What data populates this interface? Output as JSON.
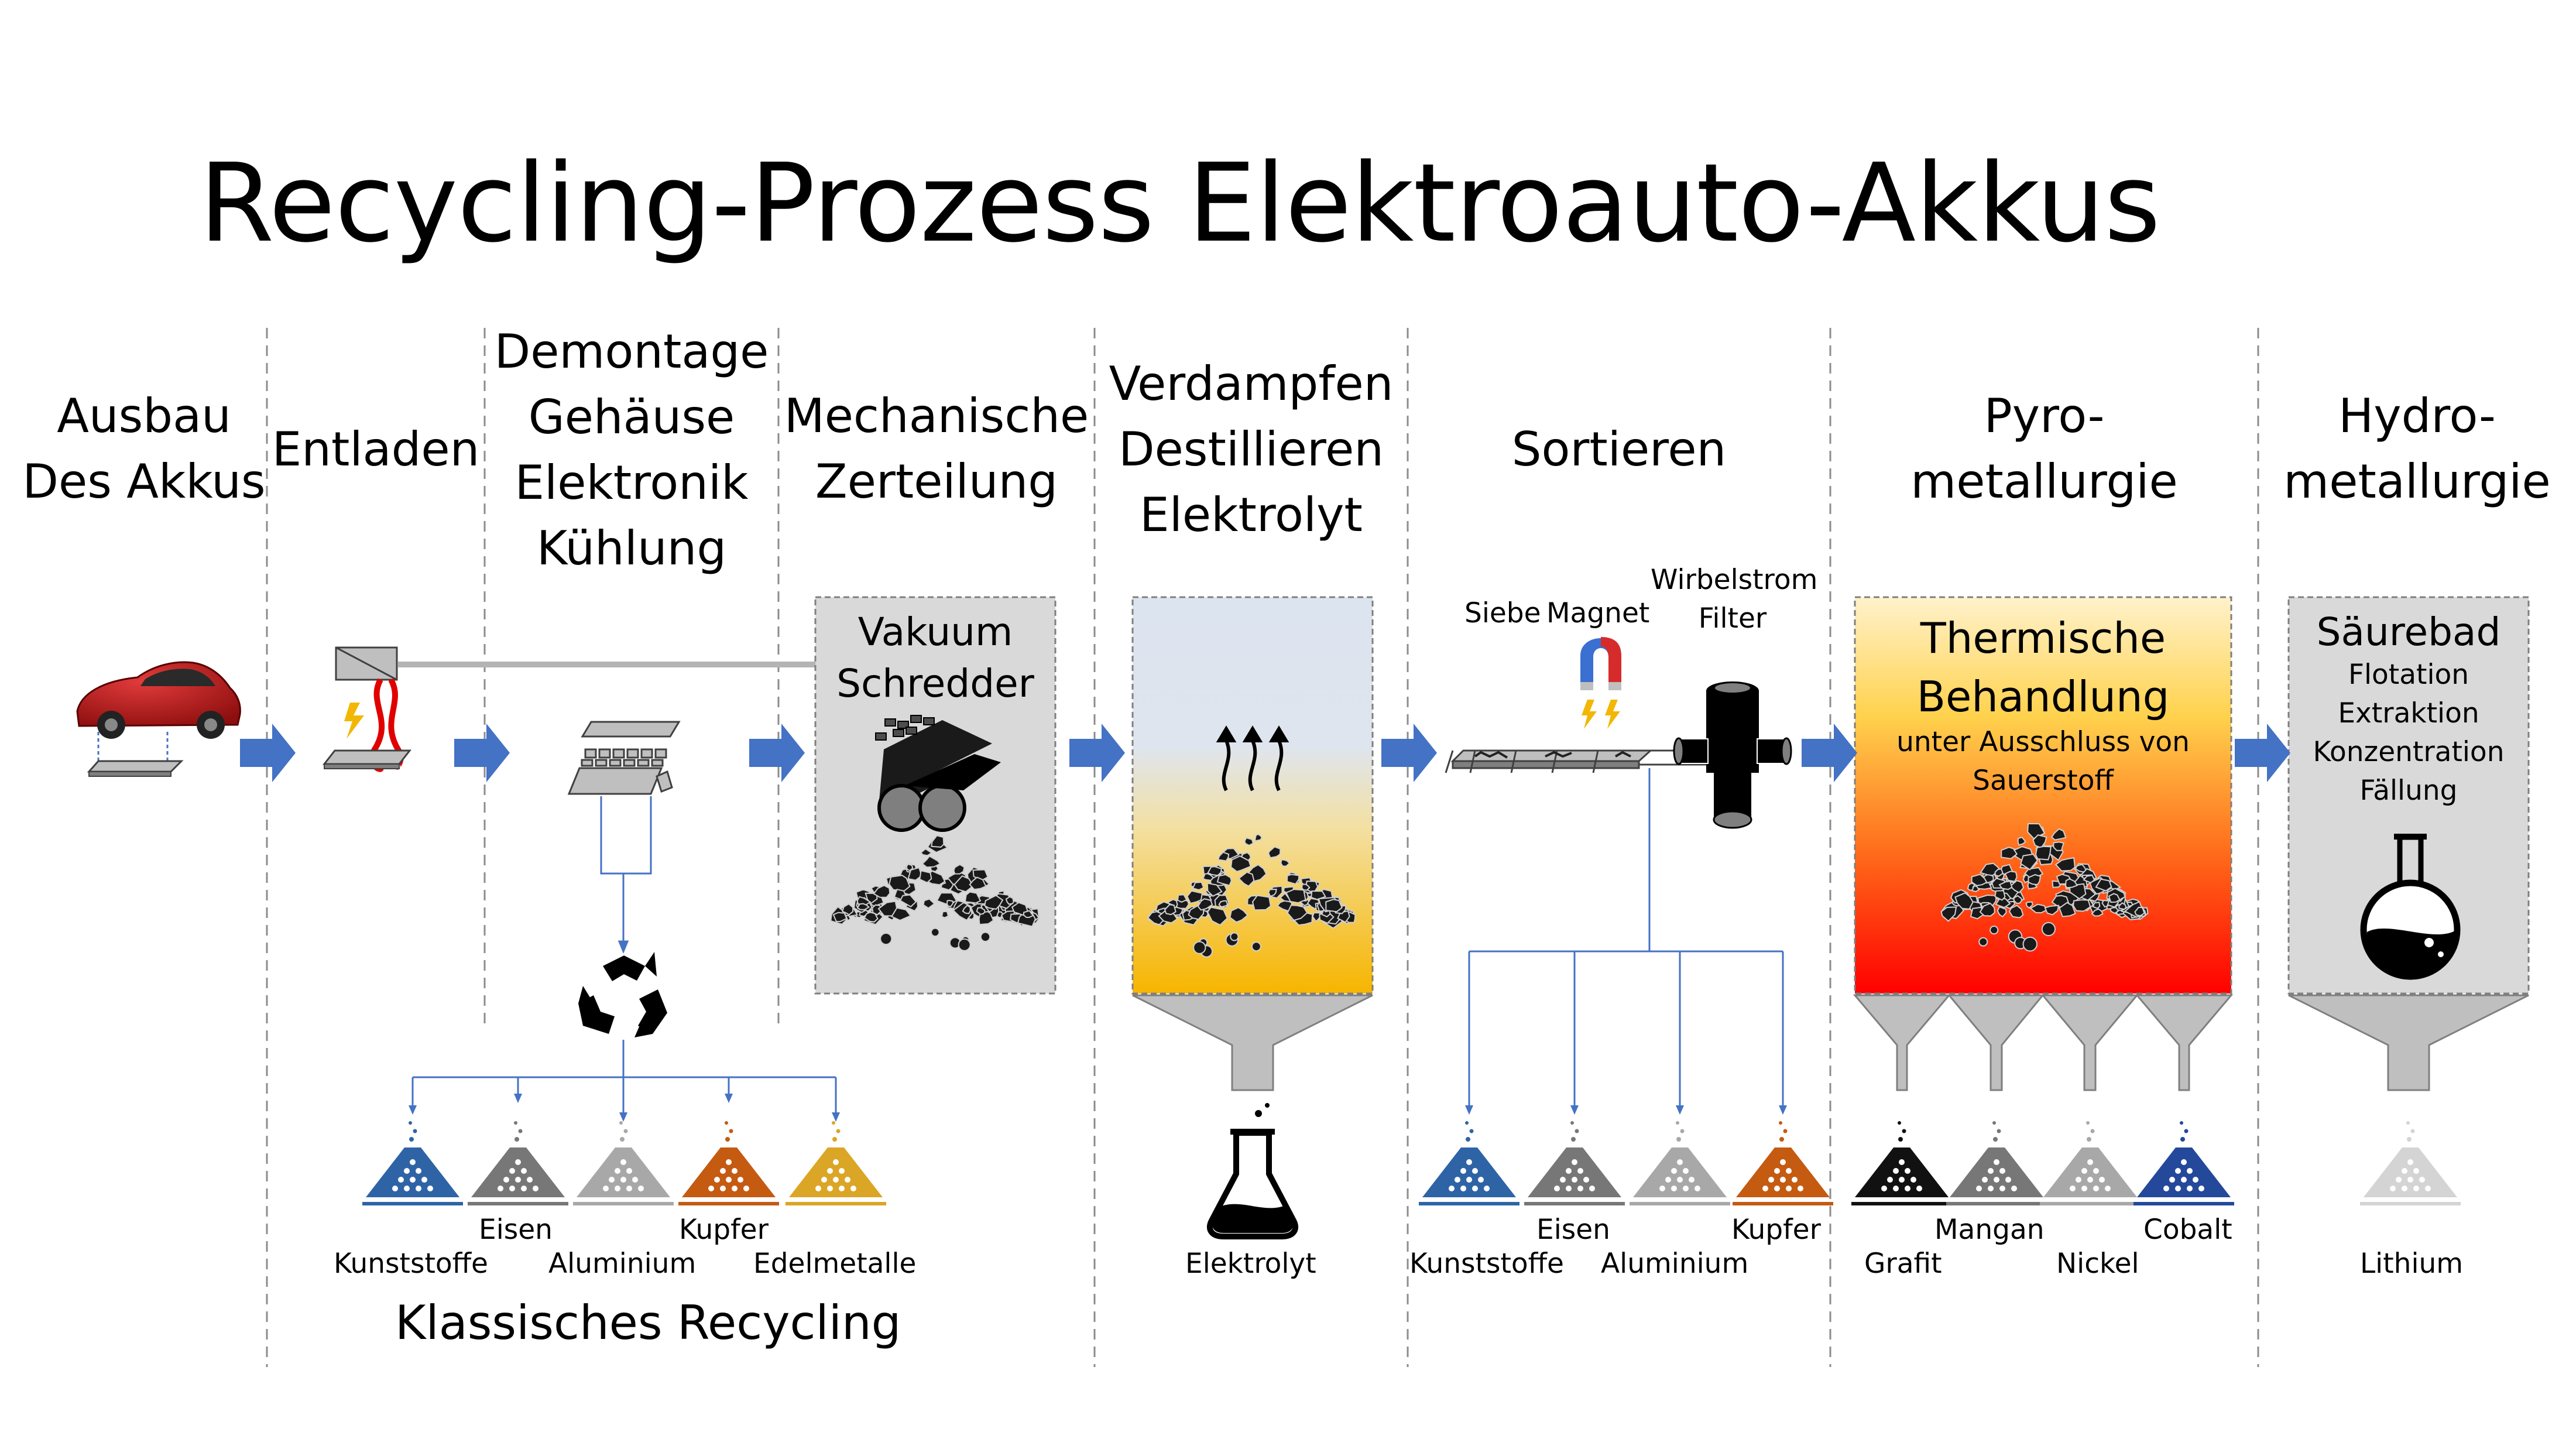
{
  "title": "Recycling-Prozess Elektroauto-Akkus",
  "stages": {
    "ausbau": "Ausbau\nDes Akkus",
    "entladen": "Entladen",
    "demontage": "Demontage\nGehäuse\nElektronik\nKühlung",
    "mechanisch": "Mechanische\nZerteilung",
    "verdampfen": "Verdampfen\nDestillieren\nElektrolyt",
    "sortieren": "Sortieren",
    "pyro": "Pyro-\nmetallurgie",
    "hydro": "Hydro-\nmetallurgie"
  },
  "blocks": {
    "vakuum": "Vakuum\nSchredder",
    "thermisch_title": "Thermische\nBehandlung",
    "thermisch_sub": "unter Ausschluss von\nSauerstoff",
    "saeure_title": "Säurebad",
    "saeure_steps": "Flotation\nExtraktion\nKonzentration\nFällung"
  },
  "sorting_tools": {
    "siebe": "Siebe",
    "magnet": "Magnet",
    "wirbel": "Wirbelstrom\nFilter"
  },
  "outputs": {
    "klassisch": [
      "Kunststoffe",
      "Eisen",
      "Aluminium",
      "Kupfer",
      "Edelmetalle"
    ],
    "elektrolyt": "Elektrolyt",
    "sortiert": [
      "Kunststoffe",
      "Eisen",
      "Aluminium",
      "Kupfer"
    ],
    "pyro": [
      "Grafit",
      "Mangan",
      "Nickel",
      "Cobalt"
    ],
    "hydro": "Lithium"
  },
  "footer": "Klassisches Recycling",
  "colors": {
    "arrow": "#4472c4",
    "line_blue": "#4472c4",
    "kunststoffe": "#2e64a6",
    "eisen": "#777777",
    "aluminium": "#a8a8a8",
    "kupfer": "#c55a11",
    "edelmetalle": "#dba525",
    "grafit": "#111111",
    "mangan": "#777777",
    "nickel": "#a8a8a8",
    "cobalt": "#24489a",
    "lithium": "#d4d4d4"
  }
}
